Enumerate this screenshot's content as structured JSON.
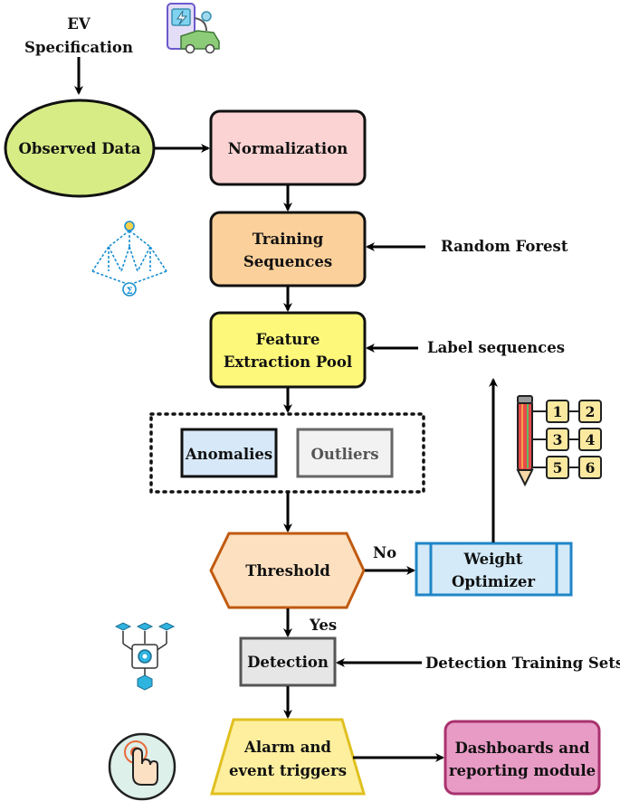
{
  "top_input": {
    "line1": "EV",
    "line2": "Specification"
  },
  "nodes": {
    "observed": {
      "label": "Observed Data",
      "color": "#d7ec85"
    },
    "normalization": {
      "label": "Normalization",
      "color": "#fcd3d3"
    },
    "training": {
      "line1": "Training",
      "line2": "Sequences",
      "color": "#fcd09a"
    },
    "feature": {
      "line1": "Feature",
      "line2": "Extraction Pool",
      "color": "#fdf87a"
    },
    "anomalies": {
      "label": "Anomalies",
      "color": "#d7e8f8"
    },
    "outliers": {
      "label": "Outliers",
      "color": "#f2f2f2"
    },
    "threshold": {
      "label": "Threshold",
      "color": "#fde0bf"
    },
    "weight": {
      "line1": "Weight",
      "line2": "Optimizer",
      "color": "#d4eaf8"
    },
    "detection": {
      "label": "Detection",
      "color": "#e6e6e6"
    },
    "alarm": {
      "line1": "Alarm and",
      "line2": "event triggers",
      "color": "#fdef9e"
    },
    "dashboards": {
      "line1": "Dashboards and",
      "line2": "reporting module",
      "color": "#e89bc5"
    }
  },
  "side_inputs": {
    "random_forest": "Random Forest",
    "label_sequences": "Label sequences",
    "detection_training_sets": "Detection Training Sets"
  },
  "edge_labels": {
    "no": "No",
    "yes": "Yes"
  },
  "number_grid": [
    "1",
    "2",
    "3",
    "4",
    "5",
    "6"
  ],
  "icons": [
    "ev-charger-icon",
    "neural-network-icon",
    "pencil-numbers-icon",
    "workflow-network-icon",
    "touch-button-icon"
  ]
}
